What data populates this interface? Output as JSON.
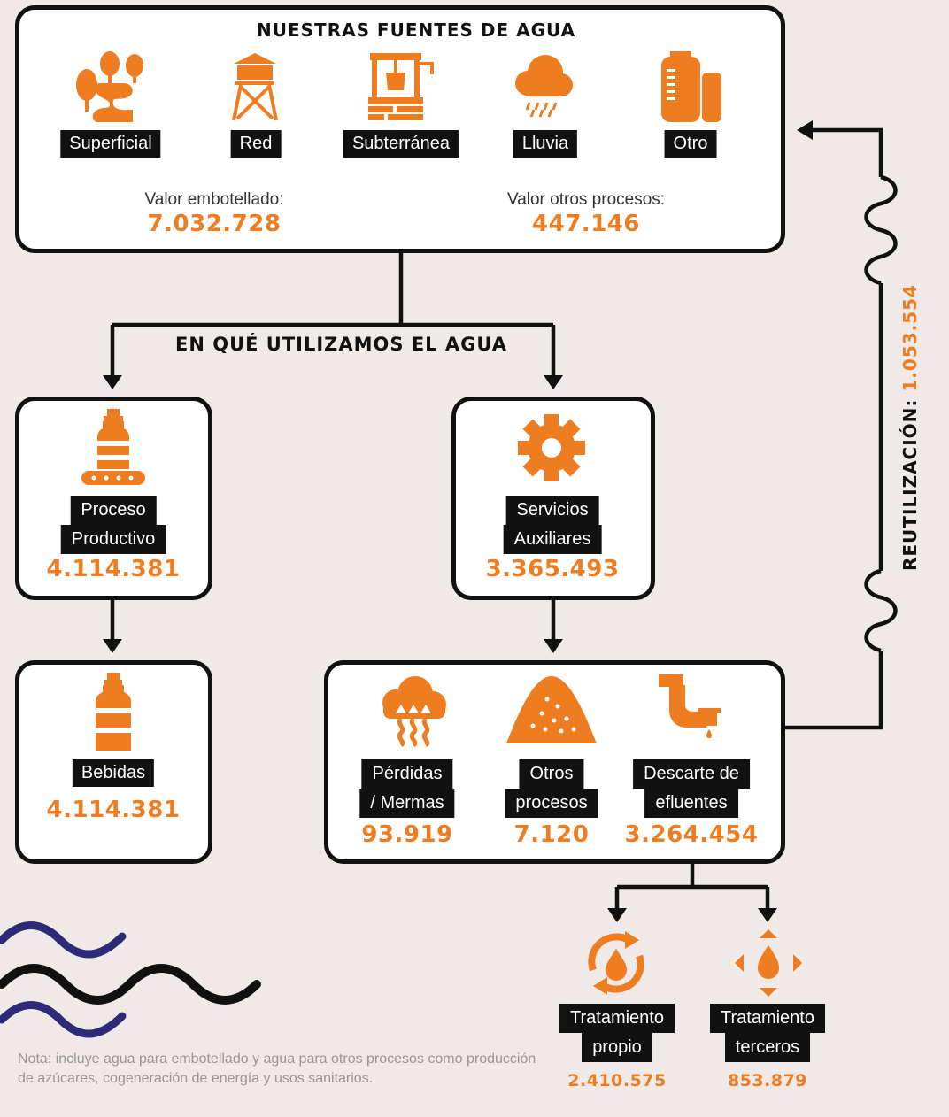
{
  "sources": {
    "title": "NUESTRAS FUENTES DE AGUA",
    "items": [
      {
        "label": "Superficial",
        "icon": "river-trees-icon"
      },
      {
        "label": "Red",
        "icon": "water-tower-icon"
      },
      {
        "label": "Subterránea",
        "icon": "well-icon"
      },
      {
        "label": "Lluvia",
        "icon": "rain-cloud-icon"
      },
      {
        "label": "Otro",
        "icon": "water-tank-icon"
      }
    ],
    "bottled_caption": "Valor embotellado:",
    "bottled_value": "7.032.728",
    "other_caption": "Valor otros procesos:",
    "other_value": "447.146"
  },
  "usage_title": "EN QUÉ UTILIZAMOS EL AGUA",
  "production": {
    "label_line1": "Proceso",
    "label_line2": "Productivo",
    "value": "4.114.381"
  },
  "auxiliary": {
    "label_line1": "Servicios",
    "label_line2": "Auxiliares",
    "value": "3.365.493"
  },
  "beverages": {
    "label": "Bebidas",
    "value": "4.114.381"
  },
  "outputs": {
    "losses": {
      "label_line1": "Pérdidas",
      "label_line2": "/ Mermas",
      "value": "93.919"
    },
    "other_processes": {
      "label_line1": "Otros",
      "label_line2": "procesos",
      "value": "7.120"
    },
    "effluents": {
      "label_line1": "Descarte de",
      "label_line2": "efluentes",
      "value": "3.264.454"
    }
  },
  "treatment": {
    "own": {
      "label_line1": "Tratamiento",
      "label_line2": "propio",
      "value": "2.410.575"
    },
    "third_party": {
      "label_line1": "Tratamiento",
      "label_line2": "terceros",
      "value": "853.879"
    }
  },
  "reuse": {
    "label": "REUTILIZACIÓN:",
    "value": "1.053.554"
  },
  "note": "Nota: incluye agua para embotellado y agua para otros procesos como producción de azúcares, cogeneración de energía y usos sanitarios.",
  "colors": {
    "accent": "#ee7d22",
    "dark": "#111111",
    "background": "#efeae7",
    "wave_blue": "#2e2a78"
  }
}
